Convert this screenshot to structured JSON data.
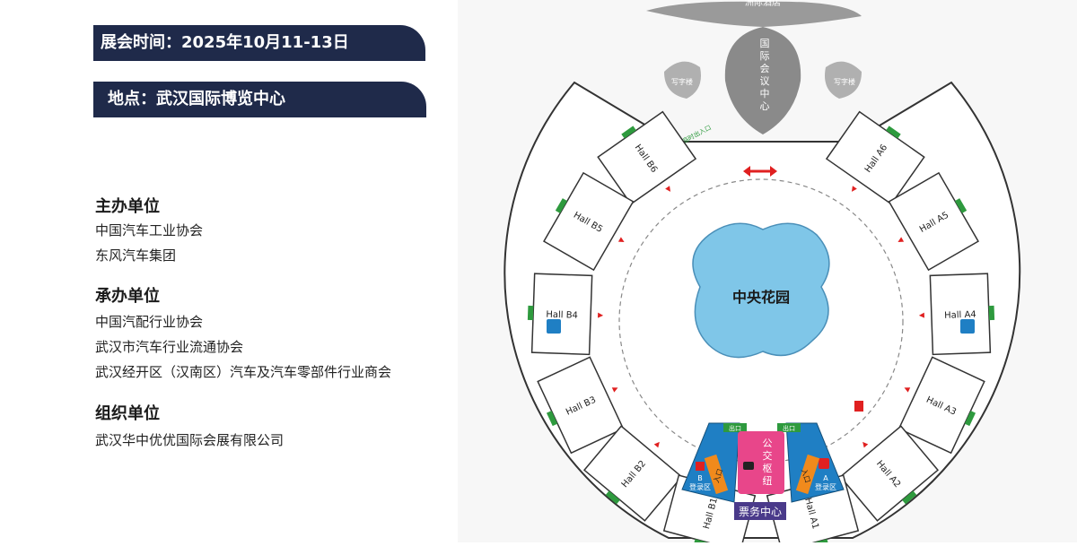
{
  "banners": {
    "time": "展会时间：2025年10月11-13日",
    "place": "地点：武汉国际博览中心"
  },
  "organizers": [
    {
      "title": "主办单位",
      "items": [
        "中国汽车工业协会",
        "东风汽车集团"
      ]
    },
    {
      "title": "承办单位",
      "items": [
        "中国汽配行业协会",
        "武汉市汽车行业流通协会",
        "武汉经开区（汉南区）汽车及汽车零部件行业商会"
      ]
    },
    {
      "title": "组织单位",
      "items": [
        "武汉华中优优国际会展有限公司"
      ]
    }
  ],
  "map": {
    "hotel": "洲际酒店",
    "conference_center": [
      "国",
      "际",
      "会",
      "议",
      "中",
      "心"
    ],
    "office_left": "写字楼",
    "office_right": "写字楼",
    "temp_entrance": "临时出入口",
    "garden": "中央花园",
    "halls_left": [
      "Hall B6",
      "Hall B5",
      "Hall B4",
      "Hall B3",
      "Hall B2",
      "Hall B1"
    ],
    "halls_right": [
      "Hall A6",
      "Hall A5",
      "Hall A4",
      "Hall A3",
      "Hall A2",
      "Hall A1"
    ],
    "exit_left": "出口",
    "exit_right": "出口",
    "reg_b": [
      "B",
      "登录区"
    ],
    "reg_a": [
      "A",
      "登录区"
    ],
    "entrance_b": "入口",
    "entrance_a": "入口",
    "bus_hub": [
      "公",
      "交",
      "枢",
      "纽"
    ],
    "ticket_center": "票务中心",
    "colors": {
      "navy": "#1f2a4a",
      "garden": "#7fc6e8",
      "registration": "#1f7fc4",
      "bus": "#e8468a",
      "ticket": "#4a3a8a",
      "entrance": "#f08a1c",
      "arrow": "#e02020",
      "exit_sign": "#2e9a3e"
    }
  }
}
